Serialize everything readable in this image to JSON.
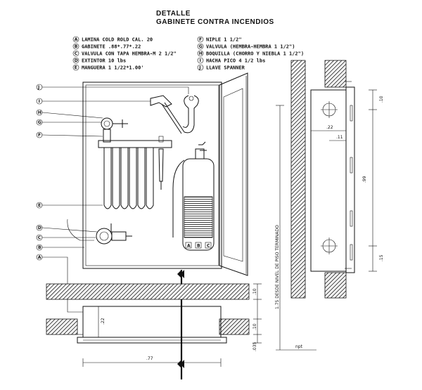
{
  "title": {
    "line1": "DETALLE",
    "line2": "GABINETE CONTRA INCENDIOS"
  },
  "legend_left": [
    {
      "key": "A",
      "text": "LAMINA COLD ROLD CAL. 20"
    },
    {
      "key": "B",
      "text": "GABINETE .88*.77*.22"
    },
    {
      "key": "C",
      "text": "VALVULA CON TAPA HEMBRA-M 2 1/2\""
    },
    {
      "key": "D",
      "text": "EXTINTOR 10 lbs"
    },
    {
      "key": "E",
      "text": "MANGUERA 1 1/22*1.00'"
    }
  ],
  "legend_right": [
    {
      "key": "F",
      "text": "NIPLE 1 1/2\""
    },
    {
      "key": "G",
      "text": "VALVULA (HEMBRA-HEMBRA 1 1/2\")"
    },
    {
      "key": "H",
      "text": "BOQUILLA (CHORRO Y NIEBLA 1 1/2\")"
    },
    {
      "key": "I",
      "text": "HACHA PICO 4 1/2 lbs"
    },
    {
      "key": "J",
      "text": "LLAVE SPANNER"
    }
  ],
  "callouts_elevation": [
    "J",
    "I",
    "H",
    "G",
    "F",
    "E",
    "D",
    "C",
    "B",
    "A"
  ],
  "extinguisher_marks": [
    "A",
    "B",
    "C"
  ],
  "dimensions": {
    "side_top": ".10",
    "side_width": ".22",
    "side_inner": ".11",
    "side_height": ".99",
    "side_bottom": ".15",
    "floor_height_label": "1.75 DESDE NIVEL DE PISO TERMINADO",
    "floor_ref": "npt",
    "plan_depth": ".22",
    "plan_top": ".10",
    "plan_bottom": ".10",
    "plan_base": ".035",
    "plan_width": ".77"
  }
}
